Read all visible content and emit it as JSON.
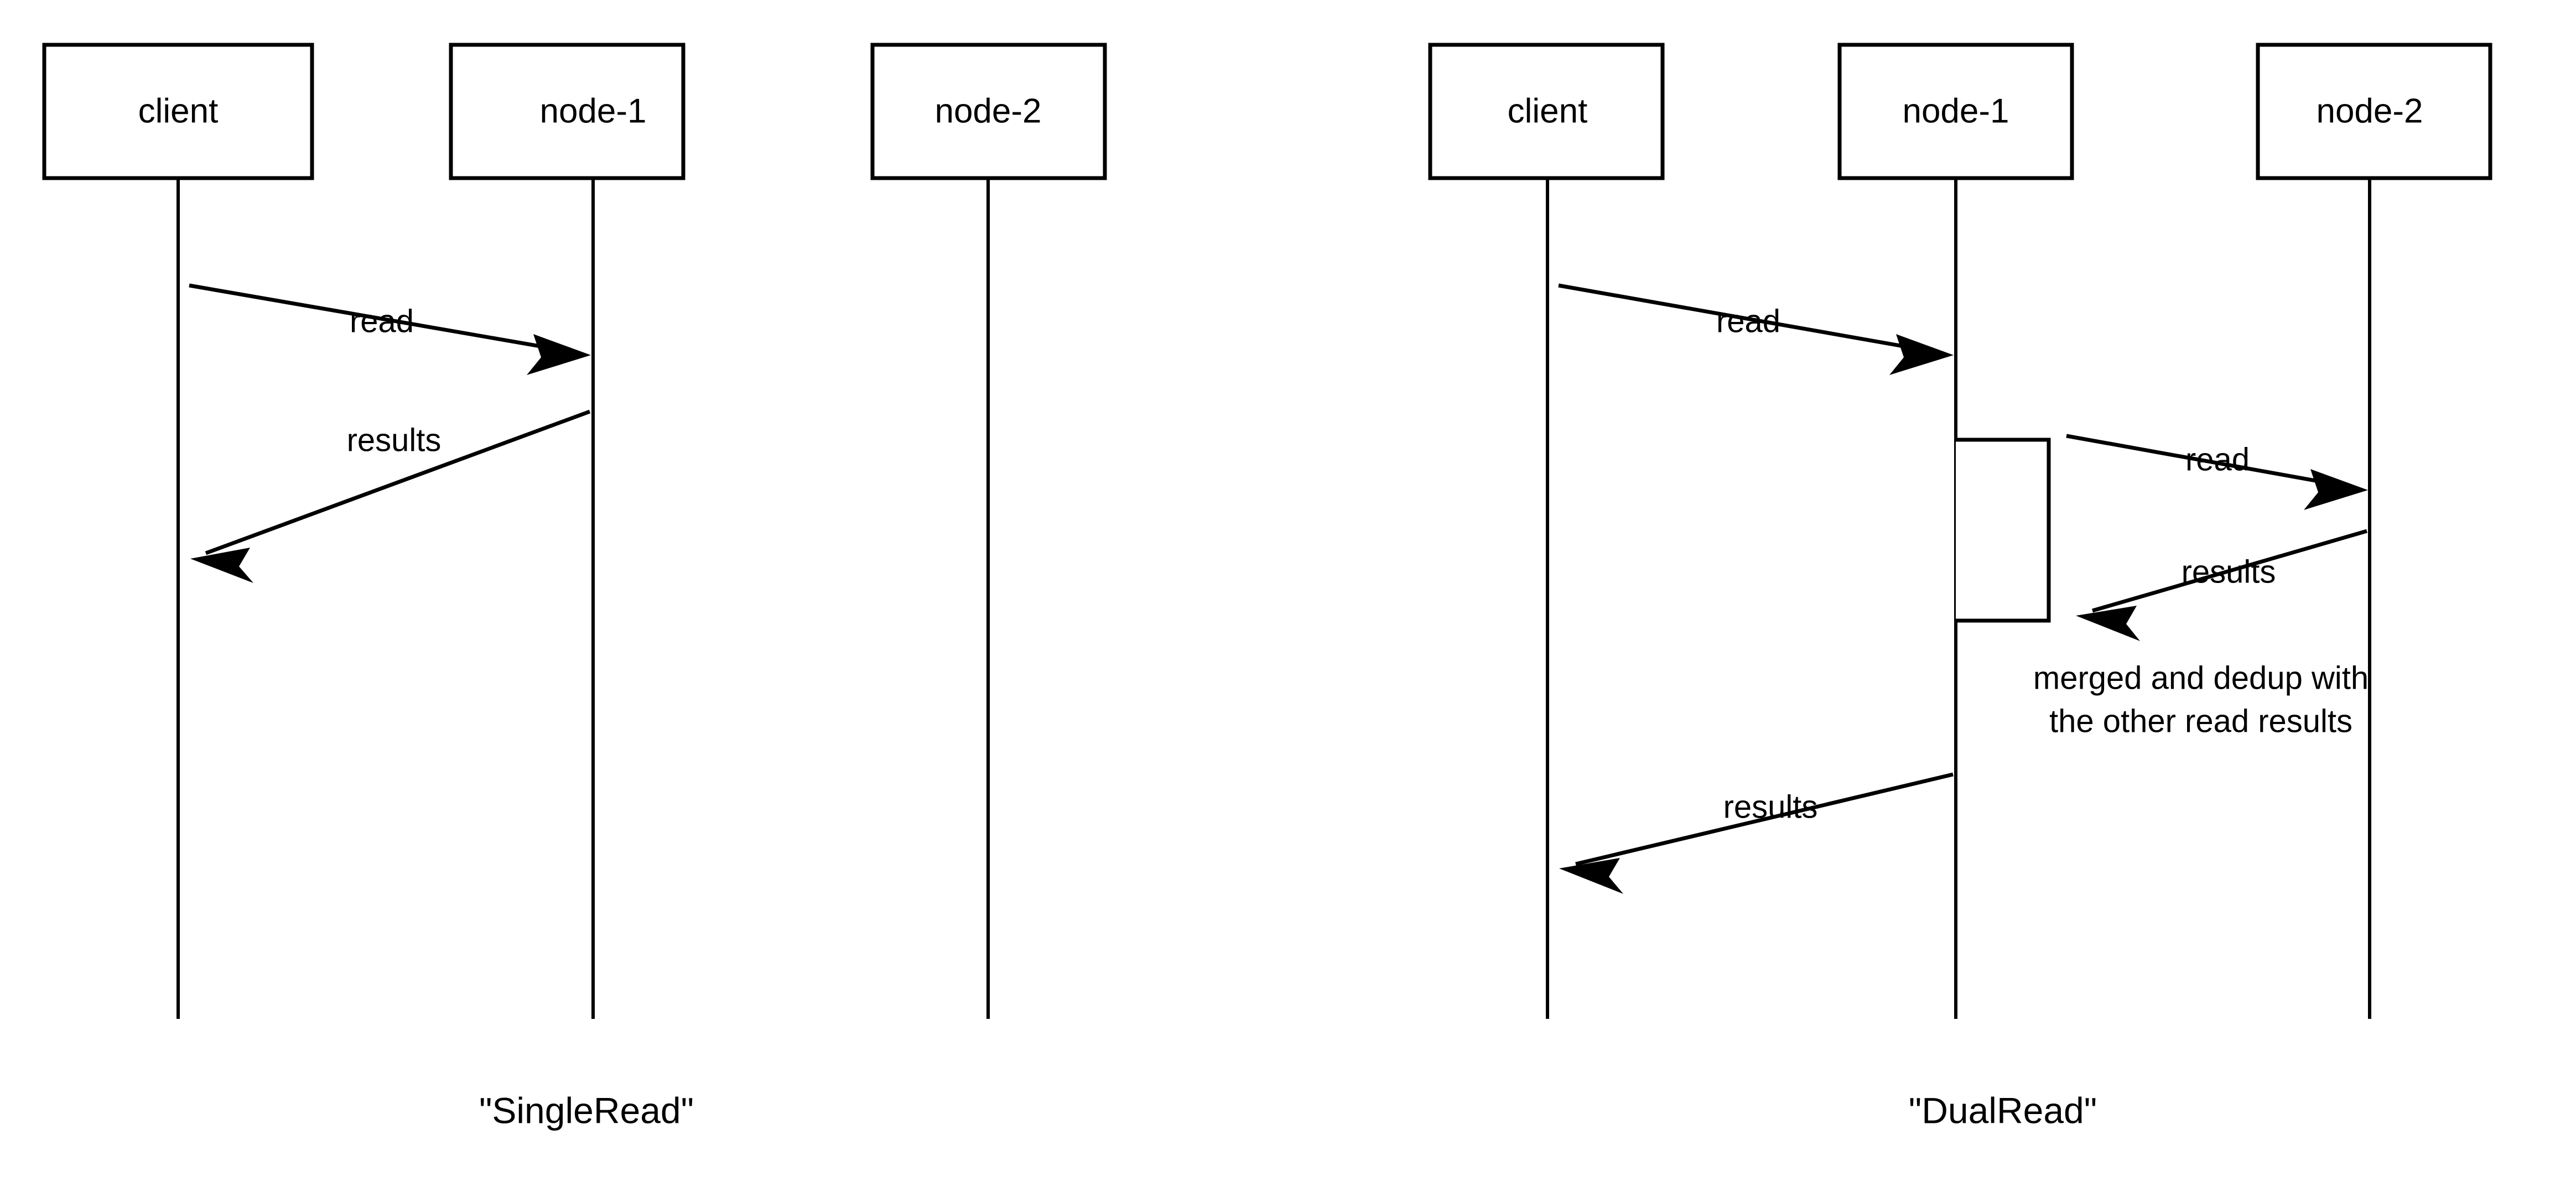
{
  "diagram": {
    "type": "sequence-diagram",
    "background_color": "#ffffff",
    "stroke_color": "#000000",
    "panels": [
      {
        "id": "single-read",
        "caption": "\"SingleRead\"",
        "participants": [
          {
            "id": "client",
            "label": "client"
          },
          {
            "id": "node-1",
            "label": "node-1"
          },
          {
            "id": "node-2",
            "label": "node-2"
          }
        ],
        "messages": [
          {
            "id": "m1",
            "label": "read",
            "from": "client",
            "to": "node-1",
            "direction": "right"
          },
          {
            "id": "m2",
            "label": "results",
            "from": "node-1",
            "to": "client",
            "direction": "left"
          }
        ],
        "notes": [],
        "activations": []
      },
      {
        "id": "dual-read",
        "caption": "\"DualRead\"",
        "participants": [
          {
            "id": "client",
            "label": "client"
          },
          {
            "id": "node-1",
            "label": "node-1"
          },
          {
            "id": "node-2",
            "label": "node-2"
          }
        ],
        "messages": [
          {
            "id": "m1",
            "label": "read",
            "from": "client",
            "to": "node-1",
            "direction": "right"
          },
          {
            "id": "m2",
            "label": "read",
            "from": "node-1",
            "to": "node-2",
            "direction": "right"
          },
          {
            "id": "m3",
            "label": "results",
            "from": "node-2",
            "to": "node-1",
            "direction": "left"
          },
          {
            "id": "m4",
            "label": "results",
            "from": "node-1",
            "to": "client",
            "direction": "left"
          }
        ],
        "notes": [
          {
            "id": "n1",
            "line1": "merged and dedup with",
            "line2": "the other read results"
          }
        ],
        "activations": [
          {
            "id": "a1",
            "on": "node-1"
          }
        ]
      }
    ]
  }
}
